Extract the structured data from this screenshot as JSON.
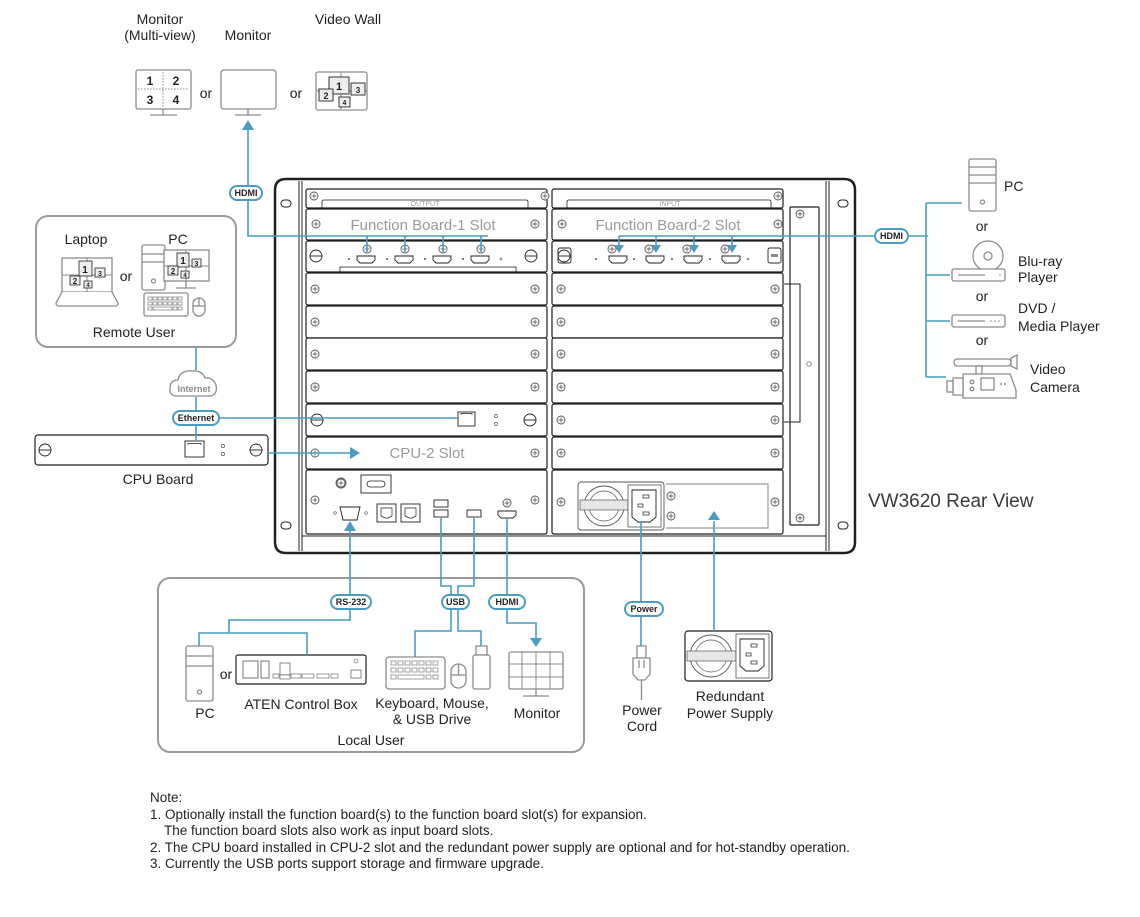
{
  "title": "VW3620 Rear View",
  "outputs": {
    "monitor_multiview": "Monitor\n(Multi-view)",
    "monitor_multiview_line1": "Monitor",
    "monitor_multiview_line2": "(Multi-view)",
    "monitor": "Monitor",
    "video_wall": "Video Wall",
    "or": "or",
    "multiview_cells": [
      "1",
      "2",
      "3",
      "4"
    ],
    "wall_cells": [
      "1",
      "2",
      "3",
      "4"
    ]
  },
  "chassis": {
    "output_label": "OUTPUT",
    "input_label": "INPUT",
    "function_board_1": "Function Board-1 Slot",
    "function_board_2": "Function Board-2 Slot",
    "cpu2_slot": "CPU-2 Slot"
  },
  "remote_user": {
    "laptop": "Laptop",
    "pc": "PC",
    "or": "or",
    "label": "Remote User",
    "internet": "Internet"
  },
  "cpu_board": {
    "label": "CPU Board"
  },
  "sources": {
    "pc": "PC",
    "bluray_line1": "Blu-ray",
    "bluray_line2": "Player",
    "dvd_line1": "DVD /",
    "dvd_line2": "Media Player",
    "camera_line1": "Video",
    "camera_line2": "Camera",
    "or": "or"
  },
  "local_user": {
    "label": "Local User",
    "pc": "PC",
    "or": "or",
    "control_box": "ATEN Control Box",
    "peripherals_line1": "Keyboard, Mouse,",
    "peripherals_line2": "& USB Drive",
    "monitor": "Monitor"
  },
  "power": {
    "cord_line1": "Power",
    "cord_line2": "Cord",
    "redundant_line1": "Redundant",
    "redundant_line2": "Power Supply"
  },
  "cable_tags": {
    "hdmi_out": "HDMI",
    "hdmi_in": "HDMI",
    "ethernet": "Ethernet",
    "rs232": "RS-232",
    "usb": "USB",
    "hdmi_local": "HDMI",
    "power": "Power"
  },
  "colors": {
    "cable": "#4a9cc0",
    "device_outline": "#8c8c8c",
    "chassis_outline": "#231f20"
  },
  "notes": {
    "heading": "Note:",
    "items": [
      "1. Optionally install the function board(s) to the function board slot(s) for expansion.",
      "The function board slots also work as input board slots.",
      "2. The CPU board installed in CPU-2 slot and the redundant power supply are optional and for hot-standby operation.",
      "3. Currently the USB ports support storage and firmware upgrade."
    ]
  }
}
